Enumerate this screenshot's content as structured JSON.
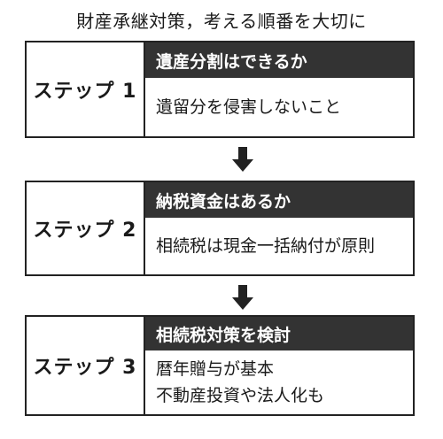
{
  "title": "財産承継対策，考える順番を大切に",
  "steps": [
    {
      "label": "ステップ 1",
      "heading": "遺産分割はできるか",
      "body": [
        "遺留分を侵害しないこと"
      ]
    },
    {
      "label": "ステップ 2",
      "heading": "納税資金はあるか",
      "body": [
        "相続税は現金一括納付が原則"
      ]
    },
    {
      "label": "ステップ 3",
      "heading": "相続税対策を検討",
      "body": [
        "暦年贈与が基本",
        "不動産投資や法人化も"
      ]
    }
  ],
  "colors": {
    "header_bg": "#333333",
    "border": "#222222"
  },
  "icons": {
    "connector": "down-arrow-icon"
  }
}
